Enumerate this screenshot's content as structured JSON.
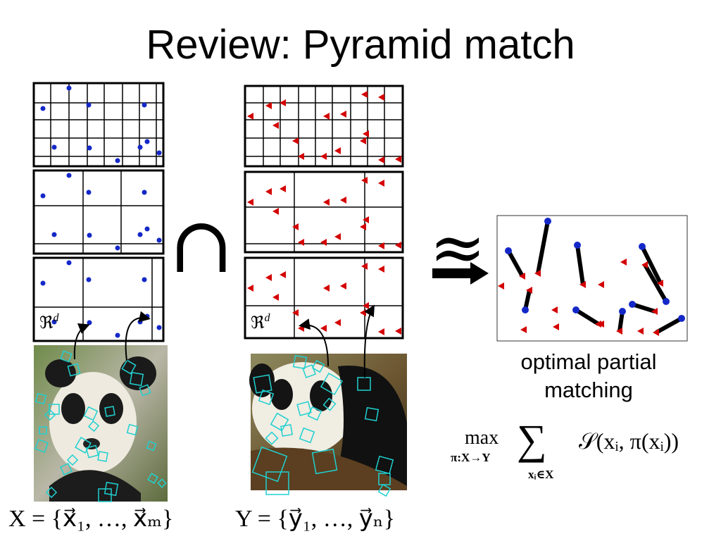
{
  "slide": {
    "title": "Review: Pyramid match",
    "caption_line1": "optimal partial",
    "caption_line2": "matching",
    "space_label_left": "ℜ",
    "space_label_sup": "d",
    "space_label_right": "ℜ",
    "intersection_symbol": "∩",
    "approx_symbol": "≈",
    "set_x_formula": "X = {x⃗₁, …, x⃗ₘ}",
    "set_y_formula": "Y = {y⃗₁, …, y⃗ₙ}",
    "max_text": "max",
    "max_sub": "π:X→Y",
    "sum_symbol": "∑",
    "sum_sub": "xᵢ∈X",
    "similarity_text": "𝒮(xᵢ, π(xᵢ))",
    "colors": {
      "blue_point": "#1428c8",
      "red_point": "#d40000",
      "feature_box": "#20d0d0",
      "grid_line": "#000000"
    },
    "icons": [
      "right-arrow-icon"
    ]
  }
}
